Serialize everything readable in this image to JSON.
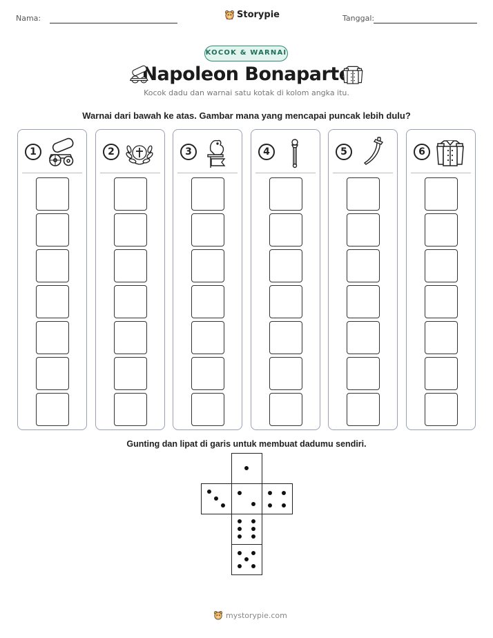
{
  "header": {
    "name_label": "Nama:",
    "date_label": "Tanggal:",
    "brand": "Storypie"
  },
  "badge": "KOCOK & WARNAI",
  "title": "Napoleon Bonaparte",
  "subtitle": "Kocok dadu dan warnai satu kotak di kolom angka itu.",
  "instruction": "Warnai dari bawah ke atas. Gambar mana yang mencapai puncak lebih dulu?",
  "columns": [
    {
      "number": "1",
      "icon": "cannon-icon"
    },
    {
      "number": "2",
      "icon": "laurel-wreath-icon"
    },
    {
      "number": "3",
      "icon": "eagle-standard-icon"
    },
    {
      "number": "4",
      "icon": "scepter-icon"
    },
    {
      "number": "5",
      "icon": "saber-icon"
    },
    {
      "number": "6",
      "icon": "military-jacket-icon"
    }
  ],
  "boxes_per_column": 7,
  "cut_instruction": "Gunting dan lipat di garis untuk membuat dadumu sendiri.",
  "footer": "mystorypie.com"
}
